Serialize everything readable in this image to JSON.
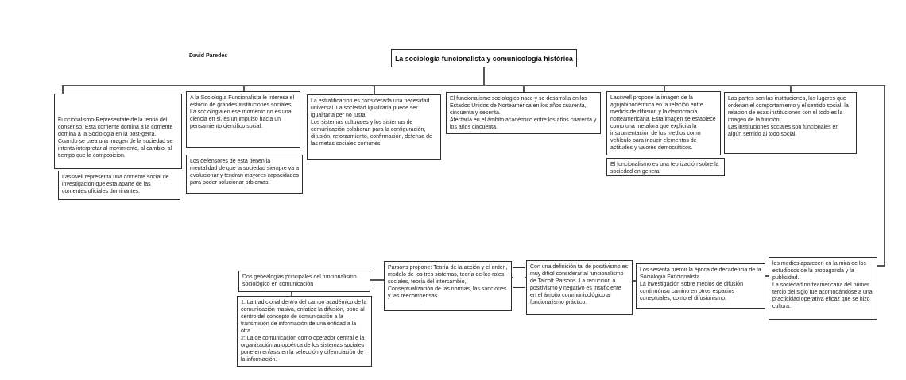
{
  "meta": {
    "author": "David Paredes",
    "title": "La sociología funcionalista y comunicología histórica",
    "colors": {
      "border": "#2e2e2e",
      "line": "#555555",
      "text": "#1c1c1c",
      "background": "#ffffff"
    }
  },
  "boxes": {
    "funcionalismo": {
      "text": "Funcionalismo-Representate de la teoria del consenso. Esta corriente domina a la corriente domina a la Sociologia en la post-gerra.\nCuando se crea una imagen de la sociedad se intenta interpretar al movimiento, al cambio, al tiempo que la composicion."
    },
    "lasswell_representa": {
      "text": "Lasswell representa una corriente social de investigación que esta aparte de las corrientes oficiales dominantes."
    },
    "sociologia": {
      "text": "A la Sociología Funcionalista le interesa el estudio de grandes instituciones sociales.\nLa sociologia en ese momento no es una ciencia en si, es un impulso hacia un pensamiento cientifico social."
    },
    "defensores": {
      "text": "Los defensores de esta tienen la mentalidad de que la sociedad siempre va a evolucionar y tendran mayores capacidades para poder solucionar prblemas."
    },
    "estratificacion": {
      "text": "La estratificacion es considerada una necesidad universal. La sociedad igualitaria puede ser igualitaria per no justa.\nLos sistemas culturales y los sistemas de comunicación colaboran para la configuración, difusión, reforzamiento, confirmación, defensa de las metas sociales comunes."
    },
    "nace": {
      "text": "El funcionalismo sociologico nace y se desarrolla en los Estados Unidos de Norteamérica en los años cuarenta, cincuenta y sesenta.\nAfectaría en el ámbito académico entre los años cuarenta y los años cincuenta."
    },
    "aguja": {
      "text": "Lasswell propone la imagen de la agujahipodérmica en la relación entre medios de difusion y la democracia norteamericana. Esta imagen se establece como una metafora que explicita la instrumentación de los medios como vehículo para inducir elementos de actitudes y valores democráticos."
    },
    "teorizacion": {
      "text": "El funcionalismo es una teorización sobre la sociedad en general"
    },
    "partes": {
      "text": "Las partes son las instituciones, los lugares que ordenan el comportamiento y el sentido social, la relacion de esas instituciones con el todo es la imagen de la función.\nLas instituciones sociales son funcionales en algún sentido al todo social."
    },
    "genealogias": {
      "text": "Dos genealogias principales del funcionalismo sociológico en comunicación"
    },
    "tradicional": {
      "text": "1. La tradicional dentro del campo académico de la comunicación masiva, enfatiza la difusión, pone al centro del concepto de comunicación a la transmisión de información de una entidad a la otra.\n2: La de comunicación como operador central e la organización autopoética de los sistemas sociales pone en enfasis en la selección y difernciación de la información."
    },
    "parsons": {
      "text": "Parsons propone: Teoría de la acción y el orden, modelo de los tres sistemas, teoría de los roles sociales, teoría del intercambio,\nConseptualización de las normas, las sanciones y las reecompensas."
    },
    "definicion": {
      "text": "Con una definición tal de positivismo es muy dificil considerar al funcionalismo de Talcott Parsons. La reduccion a positivismo y negativo es insuficiente en el ámbito communicológico al funcionalismo práctico."
    },
    "sesenta": {
      "text": "Los sesenta fueron la época de decadencia de la Sociologia Funcionalista.\nLa investigación sobre medios de difusión continuónsu camino en otros espacios coneptuales, como el difusionismo."
    },
    "medios": {
      "text": "los medios aparecen en la mira de los estudiosos de la propaganda y la publicidad.\nLa sociedad norteamericana del primer tercio del siglo fue acomodándose a una practicidad operativa eficaz que se hizo cultura."
    }
  }
}
